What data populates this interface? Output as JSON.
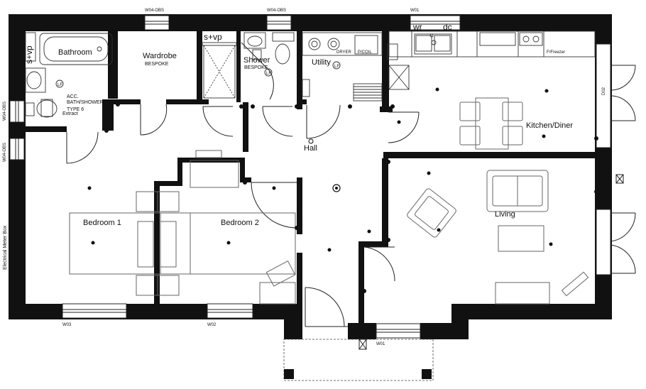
{
  "rooms": {
    "bathroom": "Bathroom",
    "wardrobe": "Wardrobe",
    "wardrobe_sub": "BESPOKE",
    "shower": "Shower",
    "shower_sub": "BESPOKE",
    "utility": "Utility",
    "kitchen": "Kitchen/Diner",
    "hall": "Hall",
    "bedroom1": "Bedroom 1",
    "bedroom2": "Bedroom 2",
    "living": "Living"
  },
  "notes": {
    "acc": "ACC.",
    "bath_shower": "BATH/SHOWER",
    "type": "TYPE 6",
    "extract": "Extract",
    "svp1": "s+vp",
    "svp2": "s+vp",
    "wr": "wr",
    "dc": "dc",
    "dryer": "DRYER",
    "pcoil": "P/COIL",
    "freezer": "F/Freezer",
    "meter": "Electrical Meter Box",
    "lf1": "LF",
    "lf2": "LF",
    "lf3": "LF"
  },
  "windows": {
    "w04a": "W04-OBS",
    "w04b": "W04-OBS",
    "w01_top": "W01",
    "w04c": "W04-OBS",
    "w04d": "W04-OBS",
    "w03": "W03",
    "w02": "W02",
    "w01_bottom": "W01",
    "d02": "D02"
  }
}
